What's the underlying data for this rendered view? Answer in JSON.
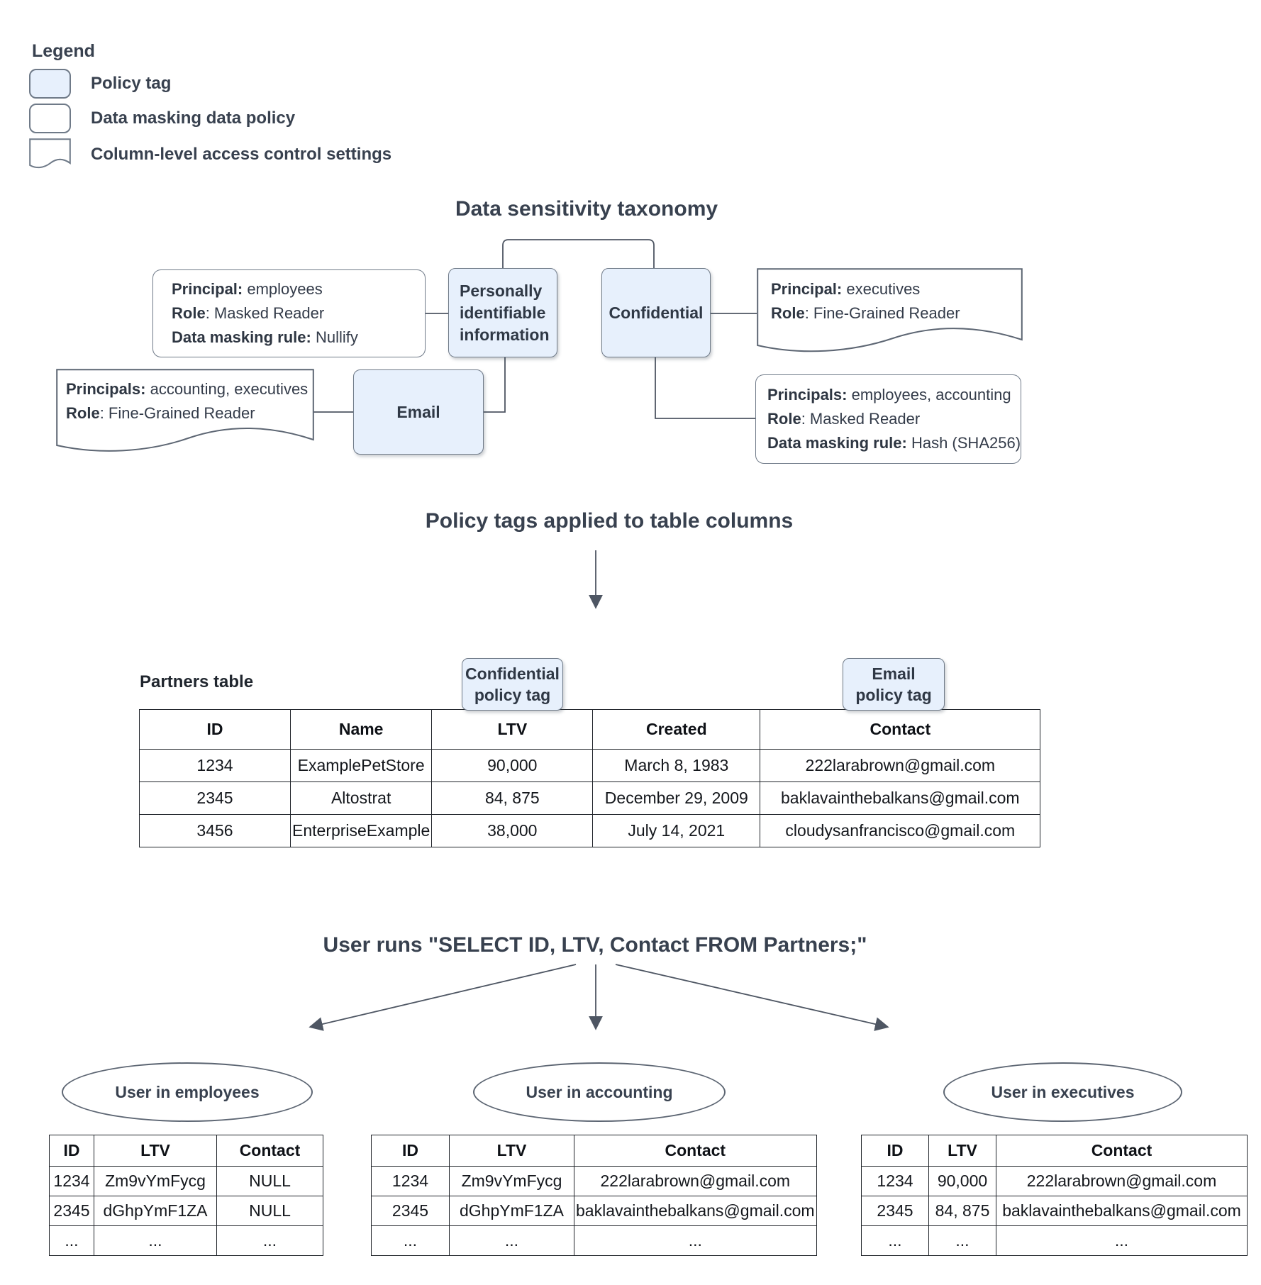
{
  "legend": {
    "title": "Legend",
    "items": [
      {
        "swatch": "policy-tag",
        "label": "Policy tag"
      },
      {
        "swatch": "data-masking-policy",
        "label": "Data masking data policy"
      },
      {
        "swatch": "column-acl",
        "label": "Column-level access control settings"
      }
    ]
  },
  "taxonomy": {
    "title": "Data sensitivity taxonomy",
    "tags": {
      "pii": "Personally identifiable information",
      "pii_lines": {
        "l1": "Personally",
        "l2": "identifiable",
        "l3": "information"
      },
      "confidential": "Confidential",
      "email": "Email"
    },
    "policies": {
      "employees_masked": {
        "lines": [
          {
            "b": "Principal:",
            "r": " employees"
          },
          {
            "b": "Role",
            "r": ": Masked Reader"
          },
          {
            "b": "Data masking rule:",
            "r": " Nullify"
          }
        ]
      },
      "executives_acl": {
        "lines": [
          {
            "b": "Principal:",
            "r": " executives"
          },
          {
            "b": "Role",
            "r": ": Fine-Grained Reader"
          }
        ]
      },
      "accounting_acl": {
        "lines": [
          {
            "b": "Principals:",
            "r": " accounting, executives"
          },
          {
            "b": "Role",
            "r": ": Fine-Grained Reader"
          }
        ]
      },
      "hash_masked": {
        "lines": [
          {
            "b": "Principals:",
            "r": " employees, accounting"
          },
          {
            "b": "Role",
            "r": ": Masked Reader"
          },
          {
            "b": "Data masking rule:",
            "r": " Hash (SHA256)"
          }
        ]
      }
    }
  },
  "policy_section": {
    "title": "Policy tags applied to table columns",
    "table_label": "Partners table",
    "confidential_tag": {
      "line1": "Confidential",
      "line2": "policy tag"
    },
    "email_tag": {
      "line1": "Email",
      "line2": "policy tag"
    },
    "partners": {
      "headers": [
        "ID",
        "Name",
        "LTV",
        "Created",
        "Contact"
      ],
      "rows": [
        [
          "1234",
          "ExamplePetStore",
          "90,000",
          "March 8, 1983",
          "222larabrown@gmail.com"
        ],
        [
          "2345",
          "Altostrat",
          "84, 875",
          "December 29, 2009",
          "baklavainthebalkans@gmail.com"
        ],
        [
          "3456",
          "EnterpriseExample",
          "38,000",
          "July 14, 2021",
          "cloudysanfrancisco@gmail.com"
        ]
      ]
    }
  },
  "query_section": {
    "title": "User runs \"SELECT ID, LTV, Contact FROM Partners;\"",
    "results": [
      {
        "user": "User in employees",
        "headers": [
          "ID",
          "LTV",
          "Contact"
        ],
        "rows": [
          [
            "1234",
            "Zm9vYmFycg",
            "NULL"
          ],
          [
            "2345",
            "dGhpYmF1ZA",
            "NULL"
          ],
          [
            "...",
            "...",
            "..."
          ]
        ]
      },
      {
        "user": "User in accounting",
        "headers": [
          "ID",
          "LTV",
          "Contact"
        ],
        "rows": [
          [
            "1234",
            "Zm9vYmFycg",
            "222larabrown@gmail.com"
          ],
          [
            "2345",
            "dGhpYmF1ZA",
            "baklavainthebalkans@gmail.com"
          ],
          [
            "...",
            "...",
            "..."
          ]
        ]
      },
      {
        "user": "User in executives",
        "headers": [
          "ID",
          "LTV",
          "Contact"
        ],
        "rows": [
          [
            "1234",
            "90,000",
            "222larabrown@gmail.com"
          ],
          [
            "2345",
            "84, 875",
            "baklavainthebalkans@gmail.com"
          ],
          [
            "...",
            "...",
            "..."
          ]
        ]
      }
    ]
  },
  "colors": {
    "policy_tag_fill": "#e7f0fc",
    "box_border": "#6f7a88",
    "connector": "#4e5663",
    "table_border": "#20242a"
  }
}
